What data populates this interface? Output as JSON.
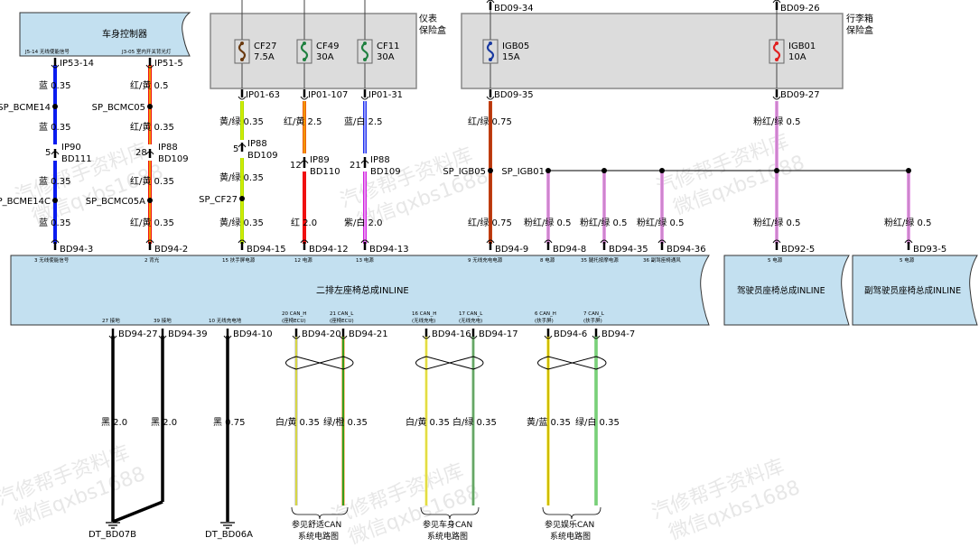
{
  "title": "二排左座椅总成INLINE 电路图",
  "colors": {
    "component_fill": "#c3e0f0",
    "fusebox_fill": "#dcdcdc",
    "blue": "#0a1cf0",
    "red": "#f01010",
    "yellow": "#f0f000",
    "green_lime": "#a0e000",
    "orange": "#f08020",
    "purple": "#d020e0",
    "pink": "#e8a0e8",
    "brown_red": "#c84010",
    "black": "#000000",
    "green": "#20a020",
    "fuse_brown": "#6a3a10",
    "fuse_green": "#208040",
    "fuse_blue": "#1a3aa0",
    "fuse_red": "#e02020"
  },
  "components": {
    "bcm": {
      "name": "车身控制器",
      "pins": [
        "J5-14 无线使能信号",
        "J3-05 室内开关背光灯"
      ]
    },
    "ip_fusebox": {
      "name_line1": "仪表",
      "name_line2": "保险盒",
      "fuses": [
        {
          "id": "CF27",
          "rating": "7.5A"
        },
        {
          "id": "CF49",
          "rating": "30A"
        },
        {
          "id": "CF11",
          "rating": "30A"
        }
      ]
    },
    "trunk_fusebox": {
      "name_line1": "行李箱",
      "name_line2": "保险盒",
      "fuses": [
        {
          "id": "IGB05",
          "rating": "15A"
        },
        {
          "id": "IGB01",
          "rating": "10A"
        }
      ]
    },
    "rear_left_seat": {
      "name": "二排左座椅总成INLINE",
      "top_pins": [
        "3 无线使能信号",
        "2 背光",
        "15 扶手屏电源",
        "12 电源",
        "13 电源",
        "9 无线充电电源",
        "8 电源",
        "35 腿托按摩电源",
        "36 副驾座椅通风"
      ],
      "bottom_pins": [
        {
          "l1": "27 接地",
          "l2": ""
        },
        {
          "l1": "39 接地",
          "l2": ""
        },
        {
          "l1": "10 无线充电地",
          "l2": ""
        },
        {
          "l1": "20 CAN_H",
          "l2": "(座椅ECU)"
        },
        {
          "l1": "21 CAN_L",
          "l2": "(座椅ECU)"
        },
        {
          "l1": "16 CAN_H",
          "l2": "(无线充电)"
        },
        {
          "l1": "17 CAN_L",
          "l2": "(无线充电)"
        },
        {
          "l1": "6 CAN_H",
          "l2": "(扶手屏)"
        },
        {
          "l1": "7 CAN_L",
          "l2": "(扶手屏)"
        }
      ]
    },
    "driver_seat": {
      "name": "驾驶员座椅总成INLINE",
      "pin": "5 电源"
    },
    "passenger_seat": {
      "name": "副驾驶员座椅总成INLINE",
      "pin": "5 电源"
    }
  },
  "connectors": {
    "ip53_14": "IP53-14",
    "ip51_5": "IP51-5",
    "ip01_63": "IP01-63",
    "ip01_107": "IP01-107",
    "ip01_31": "IP01-31",
    "bd09_34": "BD09-34",
    "bd09_35": "BD09-35",
    "bd09_26": "BD09-26",
    "bd09_27": "BD09-27",
    "ip90_bd111": {
      "pin": "5",
      "a": "IP90",
      "b": "BD111"
    },
    "ip88_bd109_a": {
      "pin": "28",
      "a": "IP88",
      "b": "BD109"
    },
    "ip88_bd109_b": {
      "pin": "5",
      "a": "IP88",
      "b": "BD109"
    },
    "ip89_bd110": {
      "pin": "12",
      "a": "IP89",
      "b": "BD110"
    },
    "ip88_bd109_c": {
      "pin": "21",
      "a": "IP88",
      "b": "BD109"
    },
    "bd94_top": [
      "BD94-3",
      "BD94-2",
      "BD94-15",
      "BD94-12",
      "BD94-13",
      "BD94-9",
      "BD94-8",
      "BD94-35",
      "BD94-36"
    ],
    "bd92_5": "BD92-5",
    "bd93_5": "BD93-5",
    "bd94_bottom": [
      "BD94-27",
      "BD94-39",
      "BD94-10",
      "BD94-20",
      "BD94-21",
      "BD94-16",
      "BD94-17",
      "BD94-6",
      "BD94-7"
    ]
  },
  "splices": [
    "SP_BCME14",
    "SP_BCME14C",
    "SP_BCMC05",
    "SP_BCMC05A",
    "SP_CF27",
    "SP_IGB05",
    "SP_IGB01"
  ],
  "wires": {
    "blue_035": "蓝 0.35",
    "blue_035b": "蓝  0.35",
    "ry_05": "红/黄 0.5",
    "ry_035": "红/黄 0.35",
    "yg_035": "黄/绿  0.35",
    "ry_25": "红/黄  2.5",
    "bw_25": "蓝/白  2.5",
    "red_20": "红  2.0",
    "pw_20": "紫/白  2.0",
    "rg_075": "红/绿  0.75",
    "pg_05": "粉红/绿  0.5",
    "pg_05b": "粉红/绿 0.5",
    "blk_20": "黑 2.0",
    "blk_075": "黑 0.75",
    "wy_035": "白/黄 0.35",
    "go_035": "绿/橙 0.35",
    "wg_035": "白/绿 0.35",
    "yb_035": "黄/蓝  0.35",
    "gw_035": "绿/白 0.35"
  },
  "grounds": [
    "DT_BD07B",
    "DT_BD06A"
  ],
  "references": [
    {
      "l1": "参见舒适CAN",
      "l2": "系统电路图"
    },
    {
      "l1": "参见车身CAN",
      "l2": "系统电路图"
    },
    {
      "l1": "参见娱乐CAN",
      "l2": "系统电路图"
    }
  ],
  "watermark": {
    "l1": "汽修帮手资料库",
    "l2": "微信qxbs1688"
  }
}
